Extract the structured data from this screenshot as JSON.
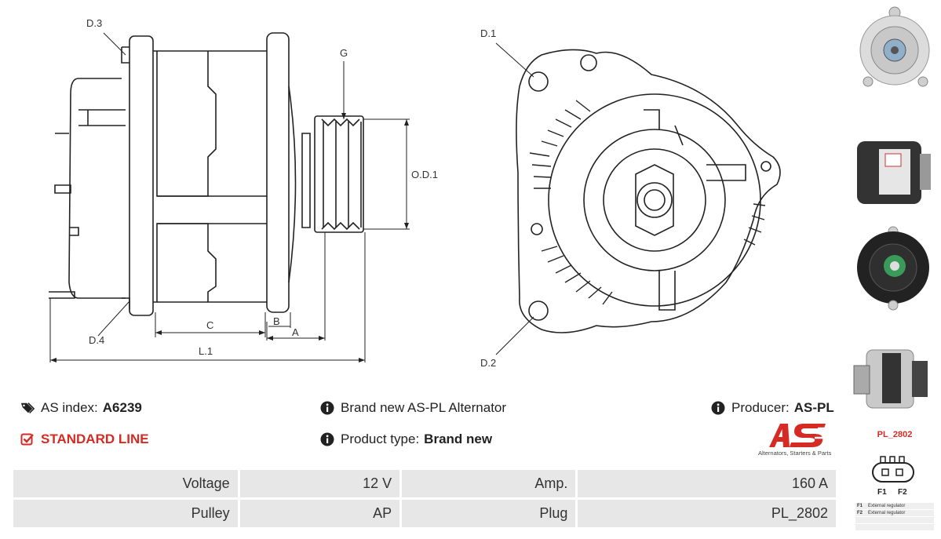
{
  "dimensions": {
    "d3": "D.3",
    "d4": "D.4",
    "g": "G",
    "od1": "O.D.1",
    "c": "C",
    "b": "B",
    "a": "A",
    "l1": "L.1",
    "d1": "D.1",
    "d2": "D.2"
  },
  "info": {
    "as_index_label": "AS index:",
    "as_index_value": "A6239",
    "line": "STANDARD LINE",
    "description": "Brand new AS-PL Alternator",
    "product_type_label": "Product type:",
    "product_type_value": "Brand new",
    "producer_label": "Producer:",
    "producer_value": "AS-PL"
  },
  "logo": {
    "tagline": "Alternators, Starters & Parts"
  },
  "specs": [
    {
      "label1": "Voltage",
      "value1": "12 V",
      "label2": "Amp.",
      "value2": "160 A"
    },
    {
      "label1": "Pulley",
      "value1": "AP",
      "label2": "Plug",
      "value2": "PL_2802"
    }
  ],
  "plug": {
    "code": "PL_2802",
    "pin1": "F1",
    "pin2": "F2",
    "legend": [
      {
        "pin": "F1",
        "desc": "External regulator"
      },
      {
        "pin": "F2",
        "desc": "External regulator"
      }
    ]
  },
  "colors": {
    "accent": "#d62b24",
    "table_bg": "#e7e7e7"
  }
}
